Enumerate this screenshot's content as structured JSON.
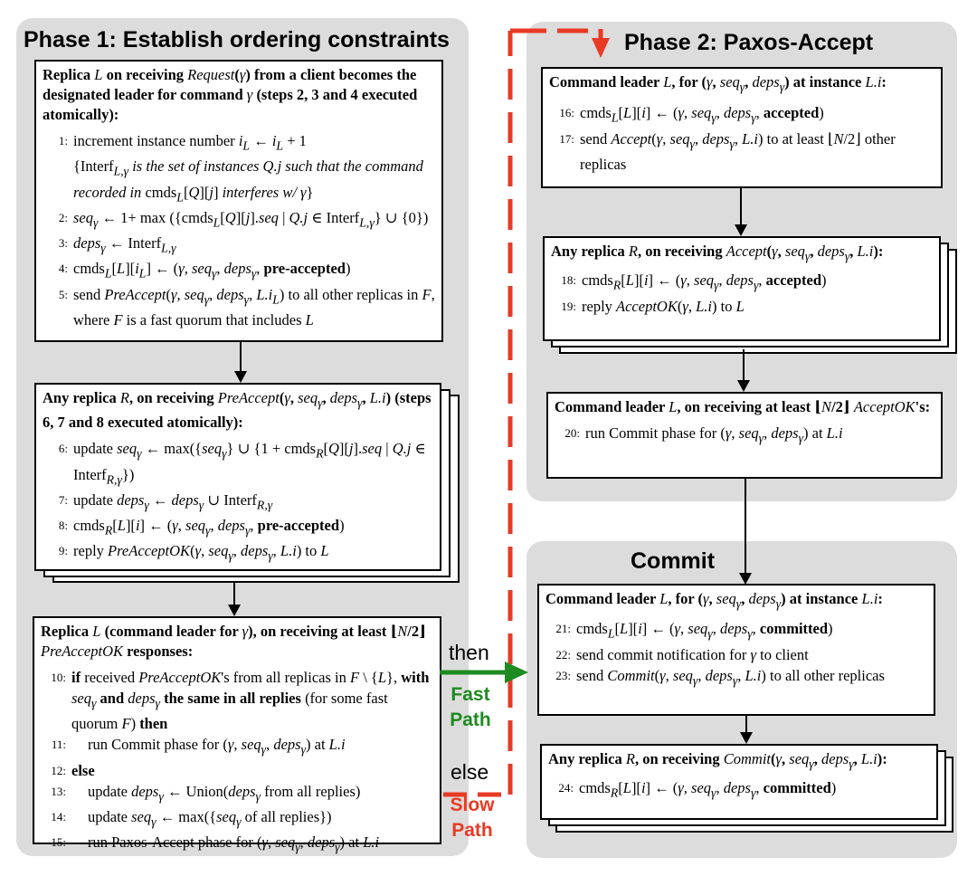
{
  "phase1": {
    "title": "Phase 1: Establish ordering constraints",
    "box1": {
      "header": "Replica L on receiving Request(γ) from a client becomes the designated leader for command γ (steps 2, 3 and 4 executed atomically):",
      "lines": [
        {
          "no": "1:",
          "text": "increment instance number i_L ← i_L + 1"
        },
        {
          "no": "",
          "text": "{Interf_L,γ is the set of instances Q.j such that the command recorded in cmds_L[Q][j] interferes w/ γ}"
        },
        {
          "no": "2:",
          "text": "seq_γ ← 1+ max ({cmds_L[Q][j].seq | Q.j ∈ Interf_L,γ} ∪ {0})"
        },
        {
          "no": "3:",
          "text": "deps_γ ← Interf_L,γ"
        },
        {
          "no": "4:",
          "text": "cmds_L[L][i_L] ← (γ, seq_γ, deps_γ, pre-accepted)"
        },
        {
          "no": "5:",
          "text": "send PreAccept(γ, seq_γ, deps_γ, L.i_L) to all other replicas in F, where F is a fast quorum that includes L"
        }
      ]
    },
    "box2": {
      "header": "Any replica R, on receiving PreAccept(γ, seq_γ, deps_γ, L.i) (steps 6, 7 and 8 executed atomically):",
      "lines": [
        {
          "no": "6:",
          "text": "update seq_γ ← max({seq_γ} ∪ {1 + cmds_R[Q][j].seq | Q.j ∈ Interf_R,γ})"
        },
        {
          "no": "7:",
          "text": "update deps_γ ← deps_γ ∪ Interf_R,γ"
        },
        {
          "no": "8:",
          "text": "cmds_R[L][i] ← (γ, seq_γ, deps_γ, pre-accepted)"
        },
        {
          "no": "9:",
          "text": "reply PreAcceptOK(γ, seq_γ, deps_γ, L.i) to L"
        }
      ]
    },
    "box3": {
      "header": "Replica L (command leader for γ), on receiving at least ⌊N/2⌋ PreAcceptOK responses:",
      "lines": [
        {
          "no": "10:",
          "text": "if received PreAcceptOK's from all replicas in F \\ {L}, with seq_γ and deps_γ the same in all replies (for some fast quorum F) then"
        },
        {
          "no": "11:",
          "text": "run Commit phase for (γ, seq_γ, deps_γ) at L.i"
        },
        {
          "no": "12:",
          "text": "else"
        },
        {
          "no": "13:",
          "text": "update deps_γ ← Union(deps_γ from all replies)"
        },
        {
          "no": "14:",
          "text": "update seq_γ ← max({seq_γ of all replies})"
        },
        {
          "no": "15:",
          "text": "run Paxos-Accept phase for (γ, seq_γ, deps_γ) at L.i"
        }
      ]
    }
  },
  "phase2": {
    "title": "Phase 2: Paxos-Accept",
    "box1": {
      "header": "Command leader L, for (γ, seq_γ, deps_γ) at instance L.i:",
      "lines": [
        {
          "no": "16:",
          "text": "cmds_L[L][i] ← (γ, seq_γ, deps_γ, accepted)"
        },
        {
          "no": "17:",
          "text": "send Accept(γ, seq_γ, deps_γ, L.i) to at least ⌊N/2⌋ other replicas"
        }
      ]
    },
    "box2": {
      "header": "Any replica R, on receiving Accept(γ, seq_γ, deps_γ, L.i):",
      "lines": [
        {
          "no": "18:",
          "text": "cmds_R[L][i] ← (γ, seq_γ, deps_γ, accepted)"
        },
        {
          "no": "19:",
          "text": "reply AcceptOK(γ, L.i) to L"
        }
      ]
    },
    "box3": {
      "header": "Command leader L, on receiving at least ⌊N/2⌋ AcceptOK's:",
      "lines": [
        {
          "no": "20:",
          "text": "run Commit phase for (γ, seq_γ, deps_γ) at L.i"
        }
      ]
    }
  },
  "commit": {
    "title": "Commit",
    "box1": {
      "header": "Command leader L, for (γ, seq_γ, deps_γ) at instance L.i:",
      "lines": [
        {
          "no": "21:",
          "text": "cmds_L[L][i] ← (γ, seq_γ, deps_γ, committed)"
        },
        {
          "no": "22:",
          "text": "send commit notification for γ to client"
        },
        {
          "no": "23:",
          "text": "send Commit(γ, seq_γ, deps_γ, L.i) to all other replicas"
        }
      ]
    },
    "box2": {
      "header": "Any replica R, on receiving Commit(γ, seq_γ, deps_γ, L.i):",
      "lines": [
        {
          "no": "24:",
          "text": "cmds_R[L][i] ← (γ, seq_γ, deps_γ, committed)"
        }
      ]
    }
  },
  "labels": {
    "then": "then",
    "fast_path": "Fast Path",
    "else": "else",
    "slow_path": "Slow Path"
  },
  "colors": {
    "panel": "#dcdcdc",
    "fast": "#1f8a1f",
    "slow": "#e83a24"
  }
}
